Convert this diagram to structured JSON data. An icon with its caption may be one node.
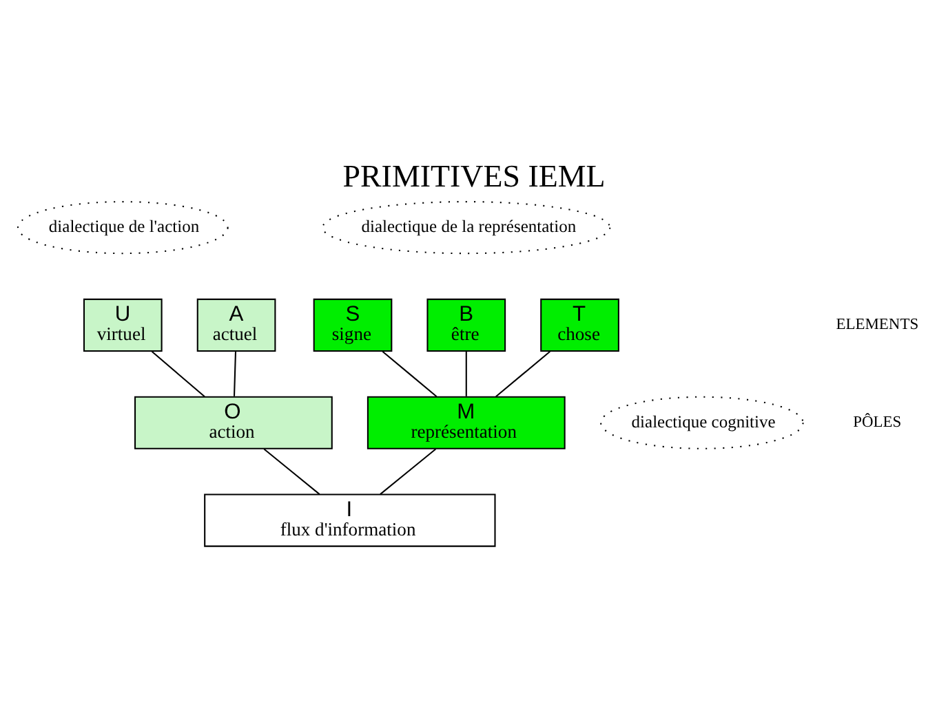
{
  "diagram": {
    "title": "PRIMITIVES IEML",
    "nodes": [
      {
        "text": [
          "dialectique de l'action"
        ]
      },
      {
        "text": [
          "dialectique de la représentation"
        ]
      },
      {
        "text": [
          "U",
          "virtuel"
        ]
      },
      {
        "text": [
          "A",
          "actuel"
        ]
      },
      {
        "text": [
          "S",
          "signe"
        ]
      },
      {
        "text": [
          "B",
          "être"
        ]
      },
      {
        "text": [
          "T",
          "chose"
        ]
      },
      {
        "text": [
          "O",
          "action"
        ]
      },
      {
        "text": [
          "dialectique cognitive"
        ]
      },
      {
        "text": [
          "M",
          "représentation"
        ]
      },
      {
        "text": [
          "I",
          "flux d'information"
        ]
      }
    ],
    "edges": [
      {
        "from": 2,
        "to": 7,
        "arrow": "none"
      },
      {
        "from": 3,
        "to": 7,
        "arrow": "none"
      },
      {
        "from": 4,
        "to": 9,
        "arrow": "none"
      },
      {
        "from": 5,
        "to": 9,
        "arrow": "none"
      },
      {
        "from": 6,
        "to": 9,
        "arrow": "none"
      },
      {
        "from": 7,
        "to": 10,
        "arrow": "none"
      },
      {
        "from": 9,
        "to": 10,
        "arrow": "none"
      }
    ],
    "labels": [
      "ELEMENTS",
      "PÔLES"
    ]
  }
}
